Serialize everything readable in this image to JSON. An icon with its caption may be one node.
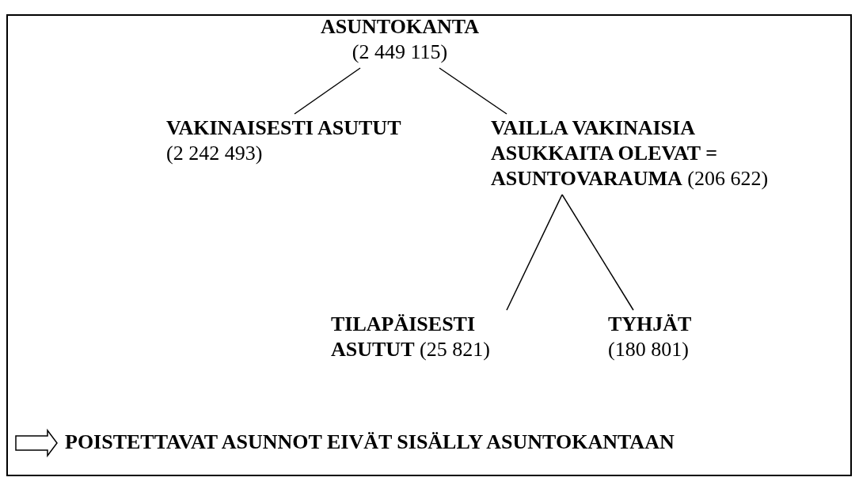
{
  "diagram": {
    "nodes": [
      {
        "text": [
          "ASUNTOKANTA",
          "(2 449 115)"
        ]
      },
      {
        "text": [
          "**VAKINAISESTI ASUTUT** (2 242 493)"
        ]
      },
      {
        "text": [
          "**VAILLA VAKINAISIA ASUKKAITA OLEVAT = ASUNTOVARAUMA** (206 622)"
        ]
      },
      {
        "text": [
          "**TILAPÄISESTI ASUTUT** (25 821)"
        ]
      },
      {
        "text": [
          "TYHJÄT",
          "(180 801)"
        ]
      }
    ],
    "edges": [
      {
        "from": 0,
        "to": 1,
        "arrow": "none"
      },
      {
        "from": 0,
        "to": 2,
        "arrow": "none"
      },
      {
        "from": 2,
        "to": 3,
        "arrow": "none"
      },
      {
        "from": 2,
        "to": 4,
        "arrow": "none"
      }
    ],
    "labels": [
      "POISTETTAVAT ASUNNOT EIVÄT SISÄLLY ASUNTOKANTAAN"
    ]
  }
}
